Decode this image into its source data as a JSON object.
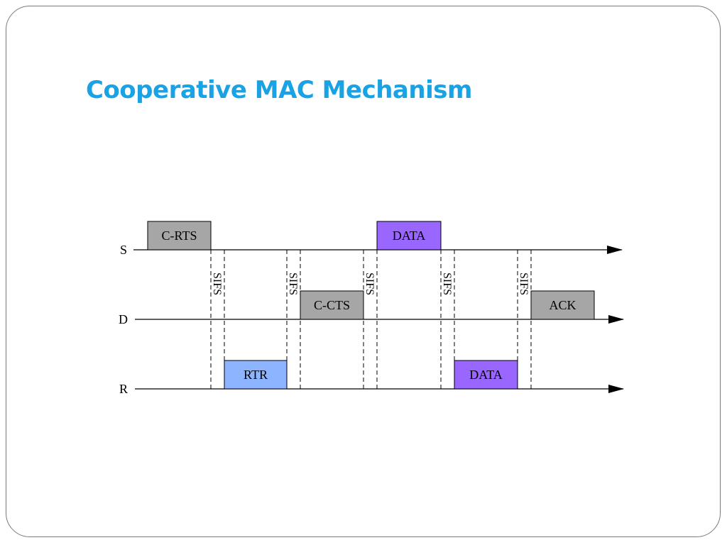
{
  "slide": {
    "title": "Cooperative MAC Mechanism"
  },
  "diagram": {
    "lines": [
      {
        "id": "s",
        "label": "S"
      },
      {
        "id": "d",
        "label": "D"
      },
      {
        "id": "r",
        "label": "R"
      }
    ],
    "frames": [
      {
        "id": "c-rts",
        "label": "C-RTS",
        "line": "S",
        "color": "#a6a6a6"
      },
      {
        "id": "rtr",
        "label": "RTR",
        "line": "R",
        "color": "#8cb4ff"
      },
      {
        "id": "c-cts",
        "label": "C-CTS",
        "line": "D",
        "color": "#a6a6a6"
      },
      {
        "id": "data-s",
        "label": "DATA",
        "line": "S",
        "color": "#9966ff"
      },
      {
        "id": "data-r",
        "label": "DATA",
        "line": "R",
        "color": "#9966ff"
      },
      {
        "id": "ack",
        "label": "ACK",
        "line": "D",
        "color": "#a6a6a6"
      }
    ],
    "gaps": [
      {
        "label": "SIFS"
      },
      {
        "label": "SIFS"
      },
      {
        "label": "SIFS"
      },
      {
        "label": "SIFS"
      },
      {
        "label": "SIFS"
      }
    ]
  }
}
